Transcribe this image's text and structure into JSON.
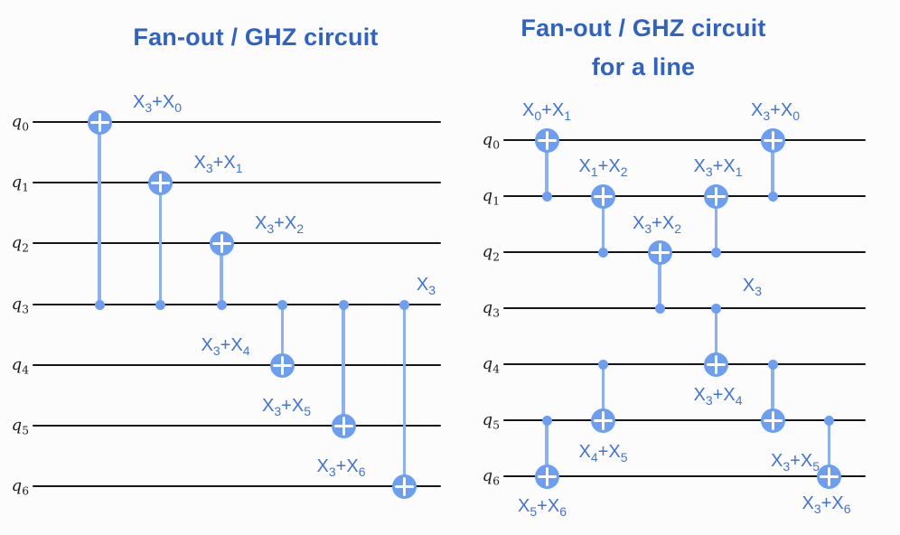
{
  "background": "#fcfcfd",
  "colors": {
    "title": "#2f62c4",
    "gate_label": "#4173d8",
    "gate_fill": "#6c9ef2",
    "connector": "#8ab1f4",
    "wire": "#161616",
    "qubit_label": "#1c1c1c",
    "cross": "#ffffff"
  },
  "circuits": [
    {
      "name": "fanout-ghz",
      "title_lines": [
        "Fan-out / GHZ circuit"
      ],
      "qubits": [
        "q0",
        "q1",
        "q2",
        "q3",
        "q4",
        "q5",
        "q6"
      ],
      "gates": [
        {
          "type": "cnot",
          "col": 0,
          "control": 3,
          "target": 0,
          "label": "X3+X0",
          "label_side": "above"
        },
        {
          "type": "cnot",
          "col": 1,
          "control": 3,
          "target": 1,
          "label": "X3+X1",
          "label_side": "above"
        },
        {
          "type": "cnot",
          "col": 2,
          "control": 3,
          "target": 2,
          "label": "X3+X2",
          "label_side": "above"
        },
        {
          "type": "cnot",
          "col": 3,
          "control": 3,
          "target": 4,
          "label": "X3+X4",
          "label_side": "above"
        },
        {
          "type": "cnot",
          "col": 4,
          "control": 3,
          "target": 5,
          "label": "X3+X5",
          "label_side": "above"
        },
        {
          "type": "cnot",
          "col": 5,
          "control": 3,
          "target": 6,
          "label": "X3+X6",
          "label_side": "above"
        }
      ],
      "wire_labels": [
        {
          "qubit": 3,
          "near_col": 5,
          "text": "X3",
          "side": "above"
        }
      ]
    },
    {
      "name": "fanout-ghz-line",
      "title_lines": [
        "Fan-out / GHZ circuit",
        "for a line"
      ],
      "qubits": [
        "q0",
        "q1",
        "q2",
        "q3",
        "q4",
        "q5",
        "q6"
      ],
      "gates": [
        {
          "type": "cnot",
          "col": 0,
          "control": 1,
          "target": 0,
          "label": "X0+X1",
          "label_side": "above"
        },
        {
          "type": "cnot",
          "col": 0,
          "control": 5,
          "target": 6,
          "label": "X5+X6",
          "label_side": "below"
        },
        {
          "type": "cnot",
          "col": 1,
          "control": 2,
          "target": 1,
          "label": "X1+X2",
          "label_side": "above"
        },
        {
          "type": "cnot",
          "col": 1,
          "control": 4,
          "target": 5,
          "label": "X4+X5",
          "label_side": "below"
        },
        {
          "type": "cnot",
          "col": 2,
          "control": 3,
          "target": 2,
          "label": "X3+X2",
          "label_side": "above"
        },
        {
          "type": "cnot",
          "col": 3,
          "control": 2,
          "target": 1,
          "label": "X3+X1",
          "label_side": "above"
        },
        {
          "type": "cnot",
          "col": 3,
          "control": 3,
          "target": 4,
          "label": "X3+X4",
          "label_side": "below"
        },
        {
          "type": "cnot",
          "col": 4,
          "control": 1,
          "target": 0,
          "label": "X3+X0",
          "label_side": "above"
        },
        {
          "type": "cnot",
          "col": 4,
          "control": 4,
          "target": 5,
          "label": "X3+X5",
          "label_side": "below"
        },
        {
          "type": "cnot",
          "col": 5,
          "control": 5,
          "target": 6,
          "label": "X3+X6",
          "label_side": "below"
        }
      ],
      "wire_labels": [
        {
          "qubit": 3,
          "near_col": 3,
          "text": "X3",
          "side": "above"
        }
      ]
    }
  ]
}
